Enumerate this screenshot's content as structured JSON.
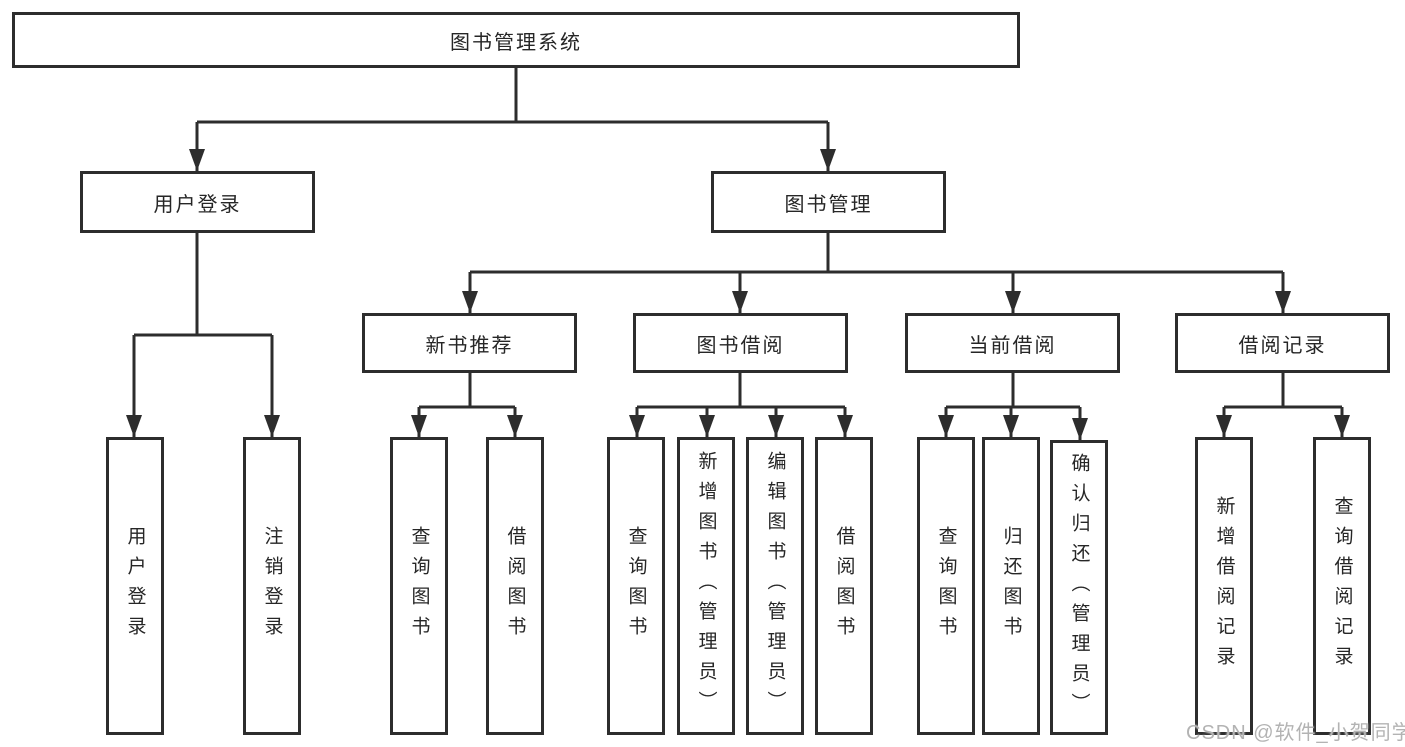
{
  "watermark": "CSDN @软件_小贺同学",
  "tree": {
    "label": "图书管理系统",
    "children": [
      {
        "label": "用户登录",
        "children": [
          {
            "label": "用户登录"
          },
          {
            "label": "注销登录"
          }
        ]
      },
      {
        "label": "图书管理",
        "children": [
          {
            "label": "新书推荐",
            "children": [
              {
                "label": "查询图书"
              },
              {
                "label": "借阅图书"
              }
            ]
          },
          {
            "label": "图书借阅",
            "children": [
              {
                "label": "查询图书"
              },
              {
                "label": "新增图书（管理员）"
              },
              {
                "label": "编辑图书（管理员）"
              },
              {
                "label": "借阅图书"
              }
            ]
          },
          {
            "label": "当前借阅",
            "children": [
              {
                "label": "查询图书"
              },
              {
                "label": "归还图书"
              },
              {
                "label": "确认归还（管理员）"
              }
            ]
          },
          {
            "label": "借阅记录",
            "children": [
              {
                "label": "新增借阅记录"
              },
              {
                "label": "查询借阅记录"
              }
            ]
          }
        ]
      }
    ]
  },
  "colors": {
    "line": "#2d2d2d",
    "text": "#262626",
    "watermark": "#b3b3b3"
  }
}
